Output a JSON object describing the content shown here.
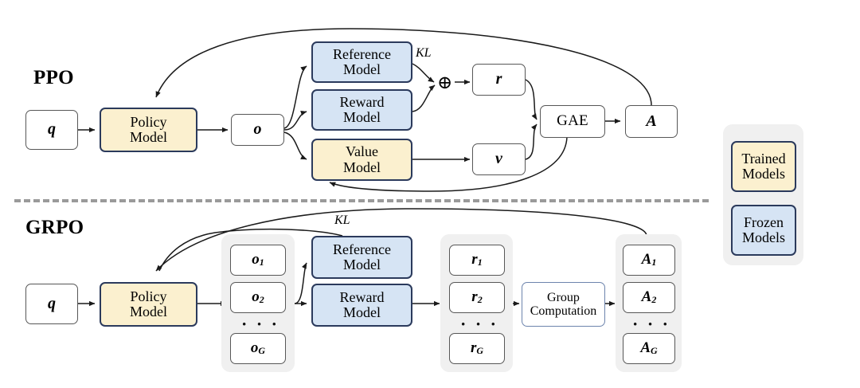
{
  "figure": {
    "type": "flow-diagram",
    "rows": [
      {
        "id": "ppo",
        "title": "PPO",
        "nodes": [
          {
            "name": "query",
            "label": "q",
            "style": "plain"
          },
          {
            "name": "policy-model",
            "label": "Policy Model",
            "line1": "Policy",
            "line2": "Model",
            "style": "trained"
          },
          {
            "name": "output",
            "label": "o",
            "style": "plain"
          },
          {
            "name": "reference-model",
            "line1": "Reference",
            "line2": "Model",
            "style": "frozen"
          },
          {
            "name": "reward-model",
            "line1": "Reward",
            "line2": "Model",
            "style": "frozen"
          },
          {
            "name": "value-model",
            "line1": "Value",
            "line2": "Model",
            "style": "trained"
          },
          {
            "name": "reward-value",
            "label": "r",
            "style": "plain"
          },
          {
            "name": "value-estimate",
            "label": "v",
            "style": "plain"
          },
          {
            "name": "gae",
            "label": "GAE",
            "style": "plain"
          },
          {
            "name": "advantage",
            "label": "A",
            "style": "plain"
          }
        ],
        "kl_label": "KL",
        "plus_symbol": "⊕"
      },
      {
        "id": "grpo",
        "title": "GRPO",
        "kl_label": "KL",
        "nodes": [
          {
            "name": "query",
            "label": "q",
            "style": "plain"
          },
          {
            "name": "policy-model",
            "line1": "Policy",
            "line2": "Model",
            "style": "trained"
          },
          {
            "name": "reference-model",
            "line1": "Reference",
            "line2": "Model",
            "style": "frozen"
          },
          {
            "name": "reward-model",
            "line1": "Reward",
            "line2": "Model",
            "style": "frozen"
          },
          {
            "name": "group-computation",
            "line1": "Group",
            "line2": "Computation",
            "style": "thinblue"
          }
        ],
        "outputs": {
          "items": [
            "o",
            "o",
            "o"
          ],
          "subs": [
            "1",
            "2",
            "G"
          ],
          "ellipsis": "· · ·"
        },
        "rewards": {
          "items": [
            "r",
            "r",
            "r"
          ],
          "subs": [
            "1",
            "2",
            "G"
          ],
          "ellipsis": "· · ·"
        },
        "advantages": {
          "items": [
            "A",
            "A",
            "A"
          ],
          "subs": [
            "1",
            "2",
            "G"
          ],
          "ellipsis": "· · ·"
        }
      }
    ]
  },
  "legend": {
    "items": [
      {
        "name": "trained-models",
        "line1": "Trained",
        "line2": "Models",
        "style": "trained",
        "color": "#fbf0cf"
      },
      {
        "name": "frozen-models",
        "line1": "Frozen",
        "line2": "Models",
        "style": "frozen",
        "color": "#d6e4f4"
      }
    ]
  },
  "colors": {
    "trained_fill": "#fbf0cf",
    "frozen_fill": "#d6e4f4",
    "model_border": "#2b3a5c",
    "plain_border": "#575757",
    "group_bg": "#f0f0f0",
    "divider": "#9a9a9a",
    "background": "#ffffff"
  }
}
